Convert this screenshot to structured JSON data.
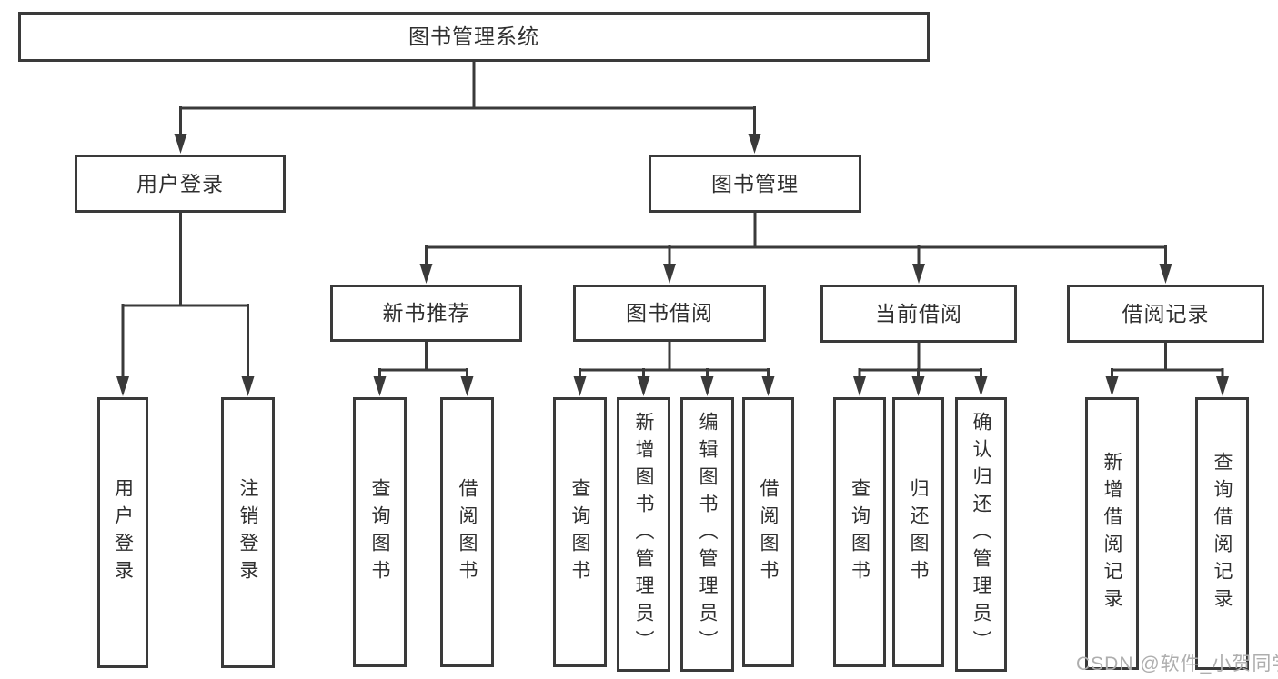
{
  "colors": {
    "line": "#3a3a3a",
    "text": "#2f2f2f",
    "background": "#ffffff",
    "watermark": "#aeaeae"
  },
  "diagram": {
    "type": "hierarchy-tree",
    "root": "图书管理系统",
    "level2": {
      "user_login": "用户登录",
      "book_management": "图书管理"
    },
    "level3": {
      "new_books": "新书推荐",
      "book_borrow": "图书借阅",
      "current_borrow": "当前借阅",
      "borrow_records": "借阅记录"
    },
    "leaves": {
      "user_login": [
        "用户登录",
        "注销登录"
      ],
      "new_books": [
        "查询图书",
        "借阅图书"
      ],
      "book_borrow": [
        "查询图书",
        "新增图书（管理员）",
        "编辑图书（管理员）",
        "借阅图书"
      ],
      "current_borrow": [
        "查询图书",
        "归还图书",
        "确认归还（管理员）"
      ],
      "borrow_records": [
        "新增借阅记录",
        "查询借阅记录"
      ]
    }
  },
  "watermark": "CSDN @软件_小贺同学"
}
